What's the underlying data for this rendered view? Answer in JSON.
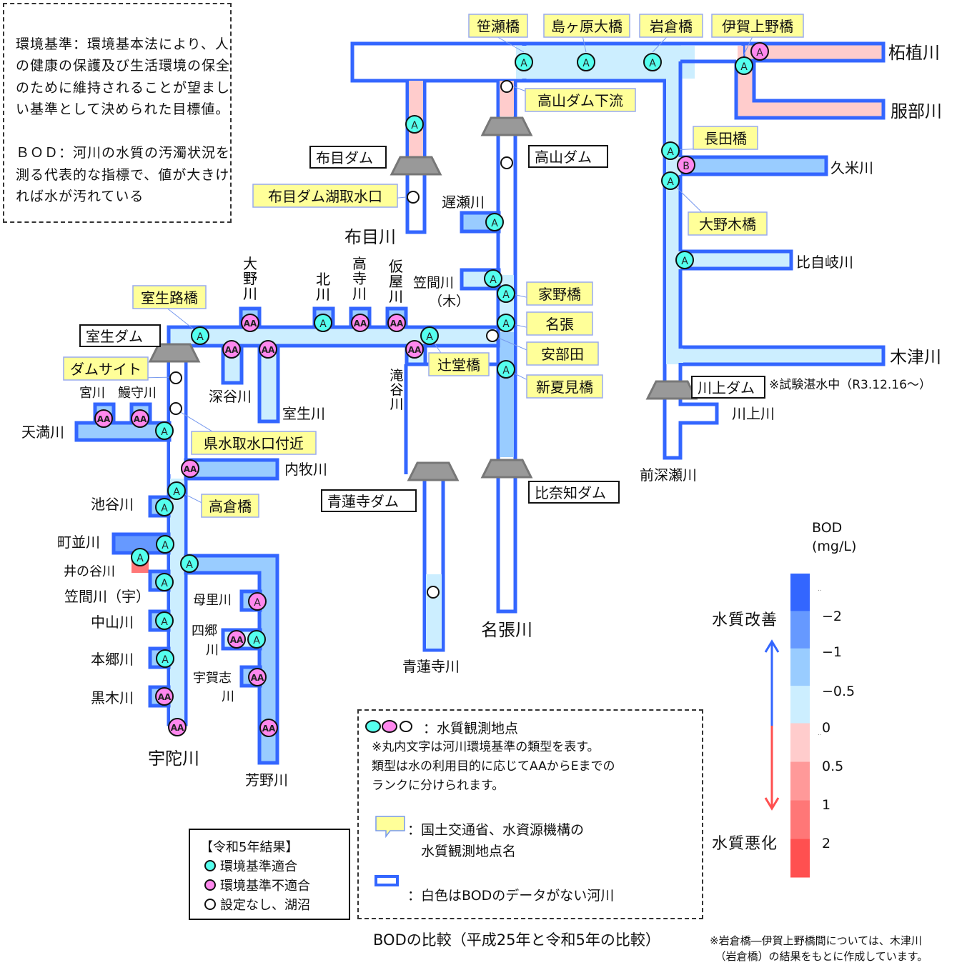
{
  "definitions": {
    "environmental_standard": "環境基準：環境基本法により、人の健康の保護及び生活環境の保全のために維持されることが望ましい基準として決められた目標値。",
    "bod": "ＢＯＤ：河川の水質の汚濁状況を測る代表的な指標で、値が大きければ水が汚れている"
  },
  "dams": [
    "布目ダム",
    "高山ダム",
    "室生ダム",
    "青蓮寺ダム",
    "比奈知ダム",
    "川上ダム"
  ],
  "dam_note": "※試験湛水中（R3.12.16～）",
  "observation_points": [
    "笹瀬橋",
    "島ヶ原大橋",
    "岩倉橋",
    "伊賀上野橋",
    "高山ダム下流",
    "布目ダム湖取水口",
    "長田橋",
    "大野木橋",
    "室生路橋",
    "ダムサイト",
    "県水取水口付近",
    "家野橋",
    "名張",
    "安部田",
    "辻堂橋",
    "新夏見橋",
    "高倉橋"
  ],
  "rivers": {
    "major": [
      "柘植川",
      "服部川",
      "布目川",
      "木津川",
      "名張川",
      "宇陀川"
    ],
    "minor": [
      "久米川",
      "比自岐川",
      "遅瀬川",
      "川上川",
      "前深瀬川",
      "大野川",
      "北川",
      "高寺川",
      "仮屋川",
      "笠間川（木）",
      "滝谷川",
      "深谷川",
      "室生川",
      "宮川",
      "鰻守川",
      "天満川",
      "内牧川",
      "池谷川",
      "町並川",
      "井の谷川",
      "笠間川（宇）",
      "中山川",
      "本郷川",
      "黒木川",
      "母里川",
      "四郷川",
      "宇賀志川",
      "芳野川",
      "青蓮寺川"
    ]
  },
  "station_grades": {
    "compliant": "A",
    "noncompliant_AA": "AA",
    "noncompliant_A": "A",
    "noncompliant_B": "B"
  },
  "scale": {
    "title": "BOD\n(mg/L)",
    "unit": "mg/L",
    "labels": [
      "..",
      "−2",
      "−1",
      "−0.5",
      "0",
      "..",
      "0.5",
      "1",
      "2"
    ],
    "colors": [
      "#3366ff",
      "#6699ff",
      "#99ccff",
      "#cceeff",
      "#ffcccc",
      "#ff9999",
      "#ff7777",
      "#ff5050"
    ],
    "improve_label": "水質改善",
    "worsen_label": "水質悪化",
    "improve_color": "#3366ff",
    "worsen_color": "#ff5050"
  },
  "legend": {
    "station_label": "：水質観測地点",
    "station_note": "※丸内文字は河川環境基準の類型を表す。\n類型は水の利用目的に応じてAAからEまでの\nランクに分けられます。",
    "callout_label": "：国土交通省、水資源機構の\n　水質観測地点名",
    "nodata_label": "：白色はBODのデータがない河川"
  },
  "results": {
    "title": "【令和5年結果】",
    "items": [
      {
        "label": "環境基準適合",
        "color": "#55ffee"
      },
      {
        "label": "環境基準不適合",
        "color": "#ff88ee"
      },
      {
        "label": "設定なし、湖沼",
        "color": "#ffffff"
      }
    ]
  },
  "caption": "BODの比較（平成25年と令和5年の比較）",
  "footnote": "※岩倉橋―伊賀上野橋間については、木津川\n　（岩倉橋）の結果をもとに作成しています。"
}
